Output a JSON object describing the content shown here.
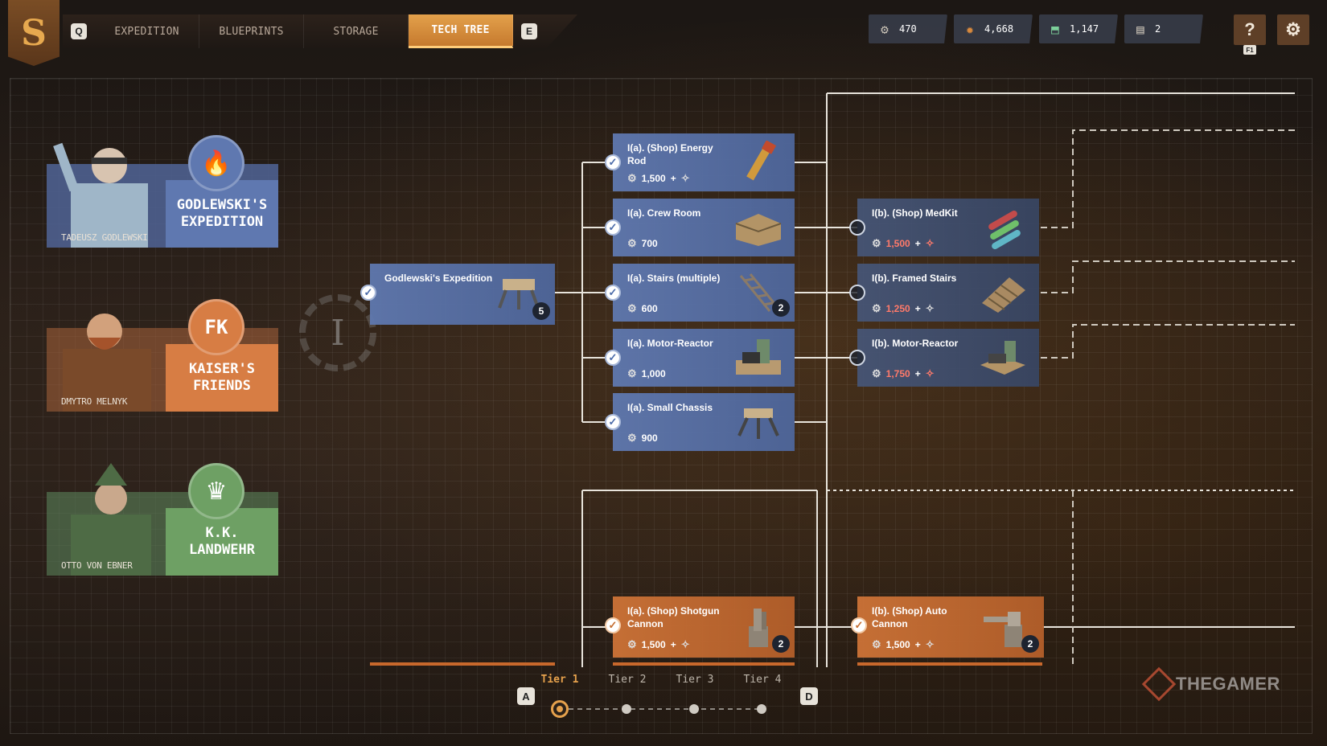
{
  "nav": {
    "key_left": "Q",
    "key_right": "E",
    "tabs": [
      {
        "label": "EXPEDITION",
        "active": false
      },
      {
        "label": "BLUEPRINTS",
        "active": false
      },
      {
        "label": "STORAGE",
        "active": false
      },
      {
        "label": "TECH TREE",
        "active": true
      }
    ]
  },
  "resources": [
    {
      "icon": "scrap-icon",
      "value": "470"
    },
    {
      "icon": "gears-icon",
      "value": "4,668"
    },
    {
      "icon": "ammo-icon",
      "value": "1,147"
    },
    {
      "icon": "blueprint-icon",
      "value": "2"
    }
  ],
  "help": {
    "symbol": "?",
    "key": "F1"
  },
  "factions": [
    {
      "name": "GODLEWSKI'S EXPEDITION",
      "leader": "TADEUSZ GODLEWSKI",
      "emblem": "🔥",
      "color": "#5f78b0"
    },
    {
      "name": "KAISER'S FRIENDS",
      "leader": "DMYTRO MELNYK",
      "emblem": "FK",
      "color": "#d77d44"
    },
    {
      "name": "K.K. LANDWEHR",
      "leader": "OTTO VON EBNER",
      "emblem": "♛",
      "color": "#6ea064"
    }
  ],
  "tier_numeral": "I",
  "root_node": {
    "title": "Godlewski's Expedition",
    "count": "5"
  },
  "nodes_a": [
    {
      "title": "I(a). (Shop) Energy Rod",
      "cost": "1,500",
      "extra": true,
      "count": ""
    },
    {
      "title": "I(a). Crew Room",
      "cost": "700",
      "extra": false,
      "count": ""
    },
    {
      "title": "I(a). Stairs (multiple)",
      "cost": "600",
      "extra": false,
      "count": "2"
    },
    {
      "title": "I(a). Motor-Reactor",
      "cost": "1,000",
      "extra": false,
      "count": ""
    },
    {
      "title": "I(a). Small Chassis",
      "cost": "900",
      "extra": false,
      "count": ""
    }
  ],
  "nodes_b": [
    {
      "title": "I(b). (Shop) MedKit",
      "cost": "1,500",
      "extra": true
    },
    {
      "title": "I(b). Framed Stairs",
      "cost": "1,250",
      "extra": true
    },
    {
      "title": "I(b). Motor-Reactor",
      "cost": "1,750",
      "extra": true
    }
  ],
  "orange_a": {
    "title": "I(a). (Shop) Shotgun Cannon",
    "cost": "1,500",
    "count": "2"
  },
  "orange_b": {
    "title": "I(b). (Shop) Auto Cannon",
    "cost": "1,500",
    "count": "2"
  },
  "plus": "+",
  "tiers": {
    "labels": [
      "Tier 1",
      "Tier 2",
      "Tier 3",
      "Tier 4"
    ],
    "key_left": "A",
    "key_right": "D"
  },
  "watermark": "THEGAMER"
}
